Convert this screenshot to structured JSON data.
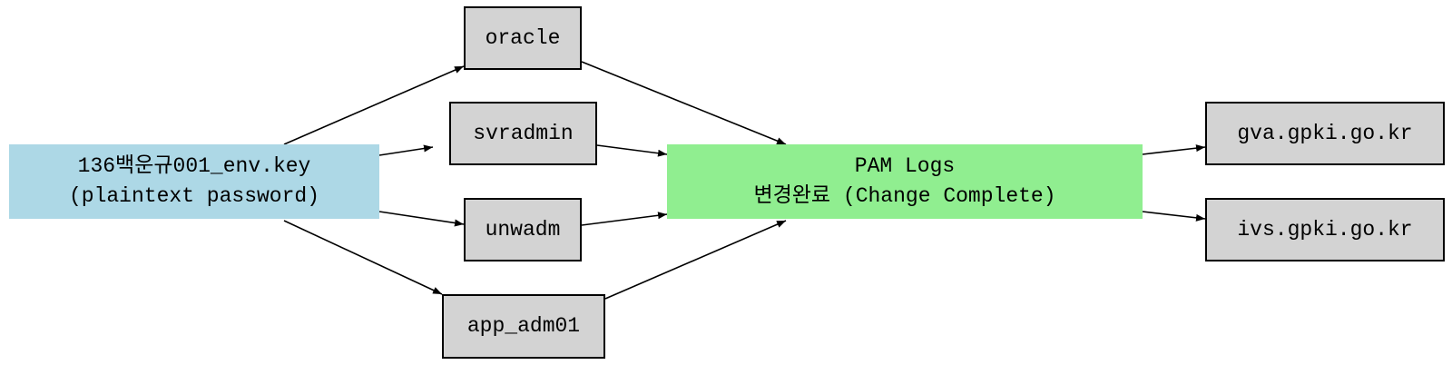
{
  "colors": {
    "source_fill": "#add8e6",
    "user_fill": "#d3d3d3",
    "pam_fill": "#90ee90",
    "host_fill": "#d3d3d3",
    "edge": "#000000"
  },
  "nodes": {
    "source": {
      "line1": "136백운규001_env.key",
      "line2": "(plaintext password)"
    },
    "users": {
      "oracle": "oracle",
      "svradmin": "svradmin",
      "unwadm": "unwadm",
      "app_adm01": "app_adm01"
    },
    "pam": {
      "line1": "PAM Logs",
      "line2": "변경완료 (Change Complete)"
    },
    "hosts": {
      "gva": "gva.gpki.go.kr",
      "ivs": "ivs.gpki.go.kr"
    }
  },
  "edges": [
    {
      "from": "source",
      "to": "oracle"
    },
    {
      "from": "source",
      "to": "svradmin"
    },
    {
      "from": "source",
      "to": "unwadm"
    },
    {
      "from": "source",
      "to": "app_adm01"
    },
    {
      "from": "oracle",
      "to": "pam"
    },
    {
      "from": "svradmin",
      "to": "pam"
    },
    {
      "from": "unwadm",
      "to": "pam"
    },
    {
      "from": "app_adm01",
      "to": "pam"
    },
    {
      "from": "pam",
      "to": "gva"
    },
    {
      "from": "pam",
      "to": "ivs"
    }
  ]
}
